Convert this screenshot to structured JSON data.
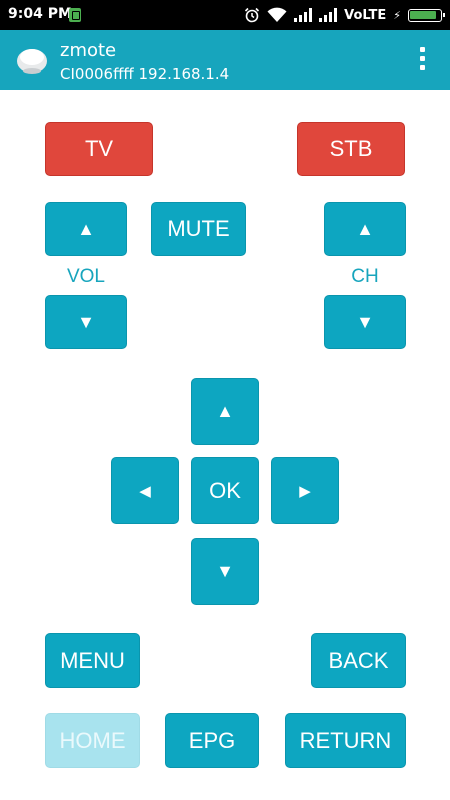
{
  "status_bar": {
    "time": "9:04 PM",
    "network": "VoLTE",
    "icons": [
      "battery-saver-icon",
      "alarm-icon",
      "wifi-icon",
      "signal-icon",
      "signal-icon",
      "charging-icon",
      "battery-icon"
    ],
    "battery_level": 0.9
  },
  "app_bar": {
    "title": "zmote",
    "subtitle": "CI0006ffff 192.168.1.4",
    "logo_icon": "zmote-device-icon",
    "menu_icon": "overflow-menu-icon"
  },
  "remote": {
    "tv": "TV",
    "stb": "STB",
    "mute": "MUTE",
    "vol_label": "VOL",
    "ch_label": "CH",
    "up_arrow": "▲",
    "down_arrow": "▼",
    "left_arrow": "◀",
    "right_arrow": "▶",
    "ok": "OK",
    "menu": "MENU",
    "back": "BACK",
    "home": "HOME",
    "epg": "EPG",
    "return": "RETURN"
  },
  "colors": {
    "accent": "#17a5bd",
    "button": "#0da6c1",
    "red": "#e0473c",
    "disabled": "#a8e3ee"
  }
}
